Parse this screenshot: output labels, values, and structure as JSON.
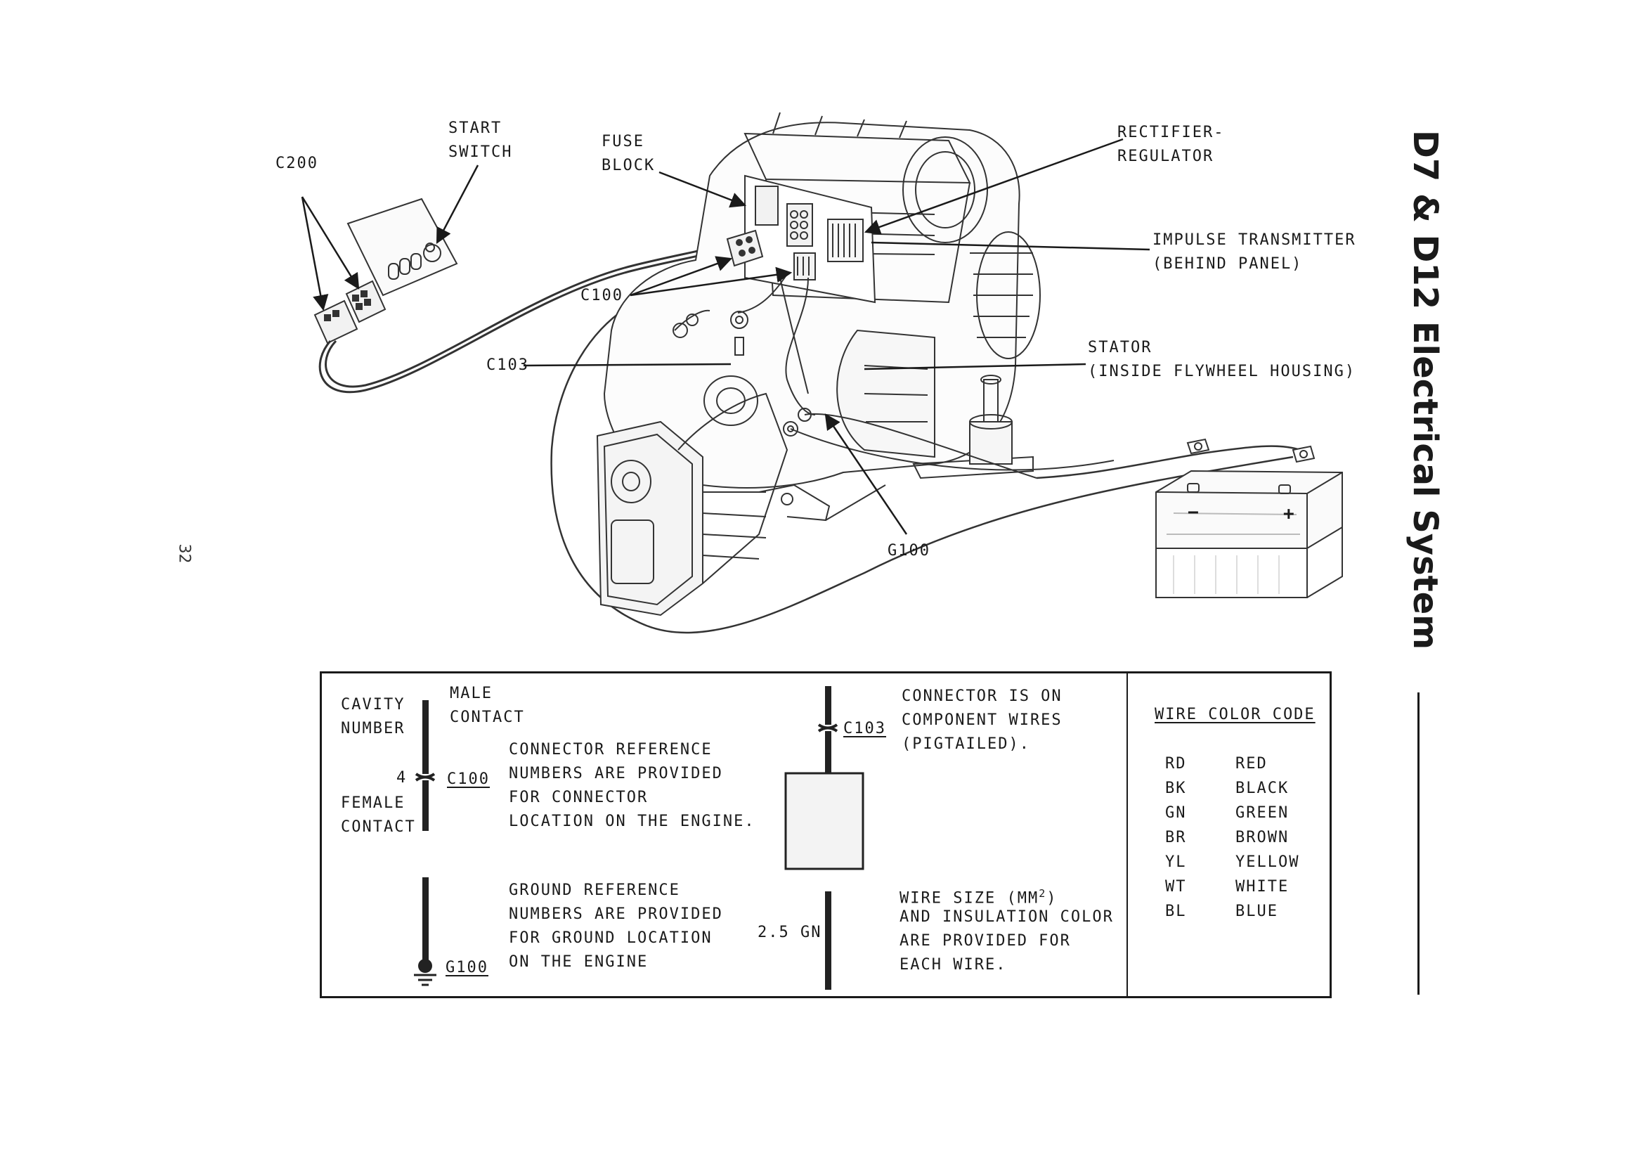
{
  "page": {
    "title": "D7 & D12 Electrical System",
    "page_number": "32"
  },
  "diagram": {
    "labels": {
      "c200": "C200",
      "start_switch": [
        "START",
        "SWITCH"
      ],
      "fuse_block": [
        "FUSE",
        "BLOCK"
      ],
      "rectifier_regulator": [
        "RECTIFIER-",
        "REGULATOR"
      ],
      "impulse_transmitter": [
        "IMPULSE TRANSMITTER",
        "(BEHIND PANEL)"
      ],
      "c100": "C100",
      "c103": "C103",
      "stator": [
        "STATOR",
        "(INSIDE FLYWHEEL HOUSING)"
      ],
      "g100": "G100",
      "battery_minus": "−",
      "battery_plus": "+"
    }
  },
  "legend": {
    "cavity_number": [
      "CAVITY",
      "NUMBER"
    ],
    "male_contact": [
      "MALE",
      "CONTACT"
    ],
    "cavity_value": "4",
    "connector_c100": "C100",
    "female_contact": [
      "FEMALE",
      "CONTACT"
    ],
    "connector_reference_text": [
      "CONNECTOR REFERENCE",
      "NUMBERS ARE PROVIDED",
      "FOR CONNECTOR",
      "LOCATION ON THE ENGINE."
    ],
    "ground_reference_text": [
      "GROUND REFERENCE",
      "NUMBERS ARE PROVIDED",
      "FOR GROUND LOCATION",
      "ON THE ENGINE"
    ],
    "ground_g100": "G100",
    "connector_c103": "C103",
    "pigtail_text": [
      "CONNECTOR IS ON",
      "COMPONENT WIRES",
      "(PIGTAILED)."
    ],
    "wire_size_value": "2.5 GN",
    "wire_size_text": {
      "line1_prefix": "WIRE SIZE (MM",
      "line1_sup": "2",
      "line1_suffix": ")",
      "rest": [
        "AND INSULATION COLOR",
        "ARE PROVIDED FOR",
        "EACH WIRE."
      ]
    },
    "wire_color_code": {
      "heading": "WIRE COLOR CODE",
      "entries": [
        {
          "code": "RD",
          "color": "RED"
        },
        {
          "code": "BK",
          "color": "BLACK"
        },
        {
          "code": "GN",
          "color": "GREEN"
        },
        {
          "code": "BR",
          "color": "BROWN"
        },
        {
          "code": "YL",
          "color": "YELLOW"
        },
        {
          "code": "WT",
          "color": "WHITE"
        },
        {
          "code": "BL",
          "color": "BLUE"
        }
      ]
    }
  }
}
